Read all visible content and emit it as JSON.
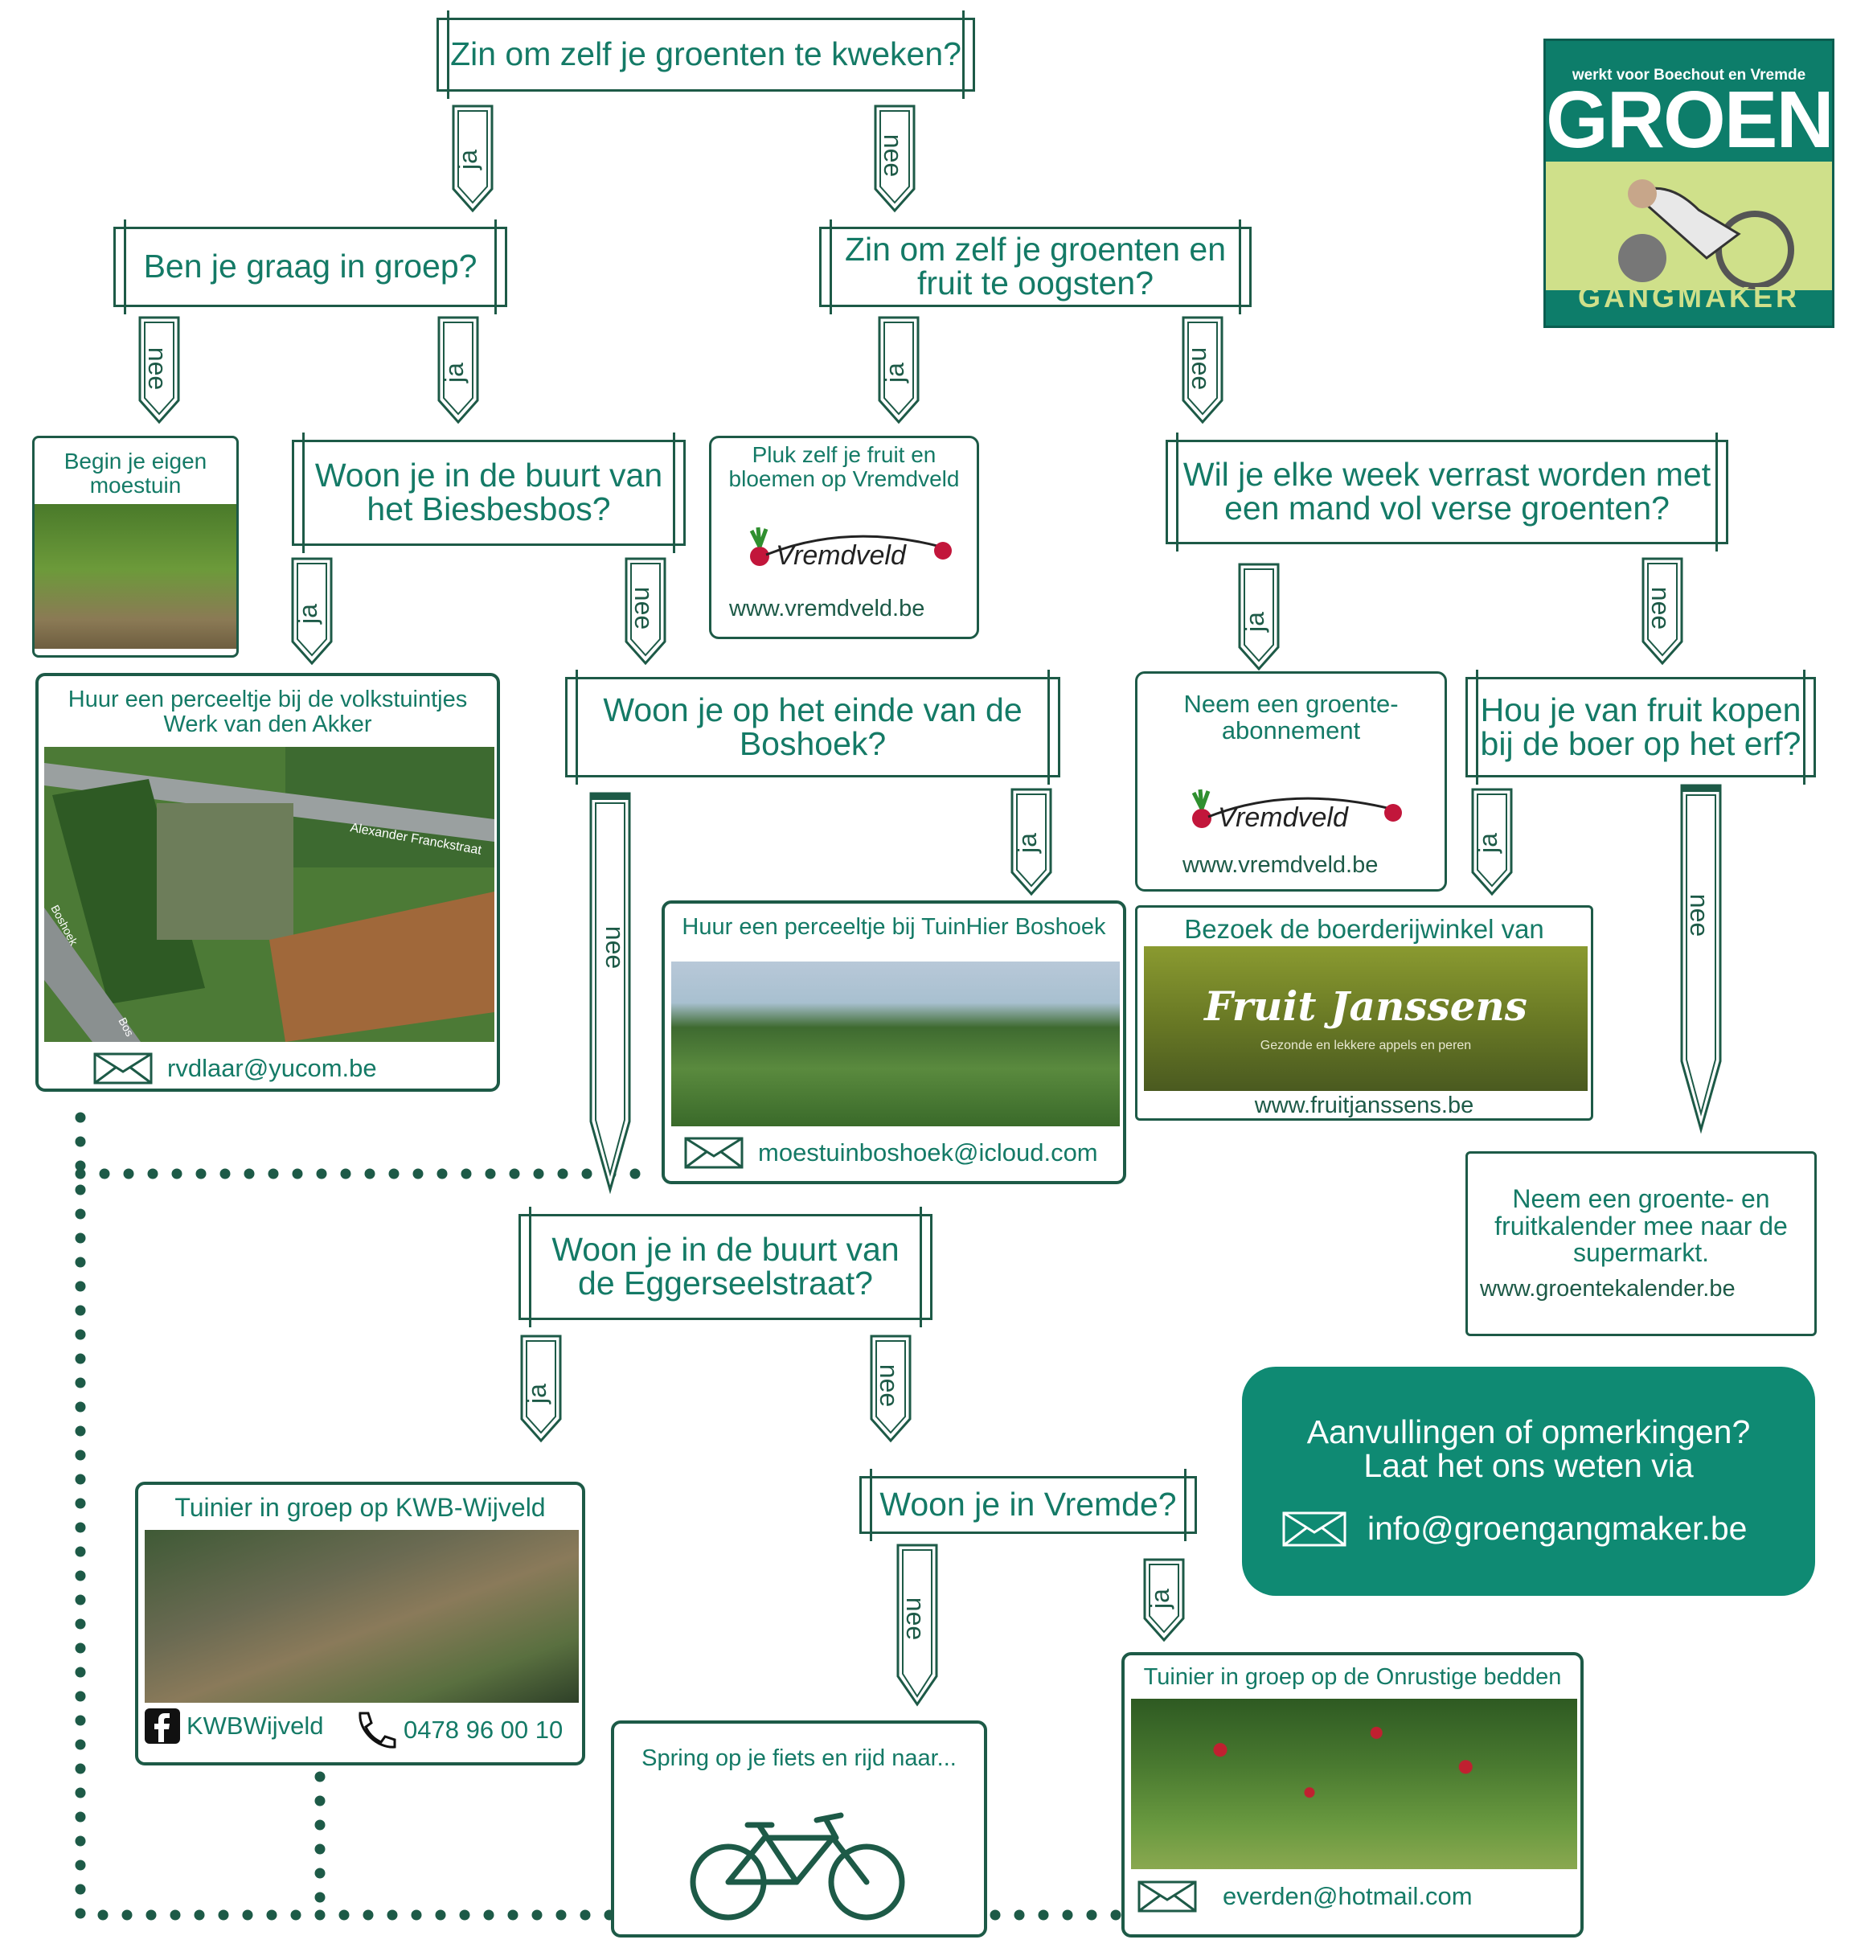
{
  "logo": {
    "tagline": "werkt voor Boechout en Vremde",
    "title": "GROEN",
    "subtitle": "GANGMAKER"
  },
  "questions": {
    "q1": "Zin om zelf je groenten te kweken?",
    "q2": "Ben je graag in groep?",
    "q3": "Zin om zelf je groenten en fruit te oogsten?",
    "q4": "Woon je in de buurt van het Biesbesbos?",
    "q5": "Wil je elke week verrast worden met een mand vol verse groenten?",
    "q6": "Woon je op het einde van de Boshoek?",
    "q7": "Hou je van fruit kopen bij de boer op het erf?",
    "q8": "Woon je in de buurt van de Eggerseelstraat?",
    "q9": "Woon je in Vremde?"
  },
  "labels": {
    "ja": "ja",
    "nee": "nee"
  },
  "answers": {
    "eigen_moestuin": "Begin je eigen moestuin",
    "volkstuintjes": {
      "caption": "Huur een perceeltje bij de volkstuintjes Werk van den  Akker",
      "street1": "Alexander Franckstraat",
      "street2": "Boshoek",
      "street3": "Bos",
      "email": "rvdlaar@yucom.be"
    },
    "pluk": {
      "caption": "Pluk zelf je fruit en bloemen op Vremdveld",
      "brand": "Vremdveld",
      "url": "www.vremdveld.be"
    },
    "abonnement": {
      "caption": "Neem een groente-abonnement",
      "brand": "Vremdveld",
      "url": "www.vremdveld.be"
    },
    "tuinhier": {
      "caption": "Huur een perceeltje bij TuinHier Boshoek",
      "email": "moestuinboshoek@icloud.com"
    },
    "boerderij": {
      "caption": "Bezoek de boerderijwinkel van",
      "brand": "Fruit Janssens",
      "tagline": "Gezonde en lekkere appels en peren",
      "url": "www.fruitjanssens.be"
    },
    "kalender": {
      "caption": "Neem een groente- en fruitkalender mee naar de supermarkt.",
      "url": "www.groentekalender.be"
    },
    "kwb": {
      "caption": "Tuinier in groep op KWB-Wijveld",
      "facebook": "KWBWijveld",
      "phone": "0478 96 00 10"
    },
    "fiets": {
      "caption": "Spring op je fiets en rijd naar..."
    },
    "onrustige": {
      "caption": "Tuinier in groep op de Onrustige bedden",
      "email": "everden@hotmail.com"
    }
  },
  "feedback": {
    "line1": "Aanvullingen of opmerkingen?",
    "line2": "Laat het ons weten via",
    "email": "info@groengangmaker.be"
  },
  "colors": {
    "teal": "#147a66",
    "dark": "#1d5a47",
    "feedback_bg": "#0f8a73"
  }
}
